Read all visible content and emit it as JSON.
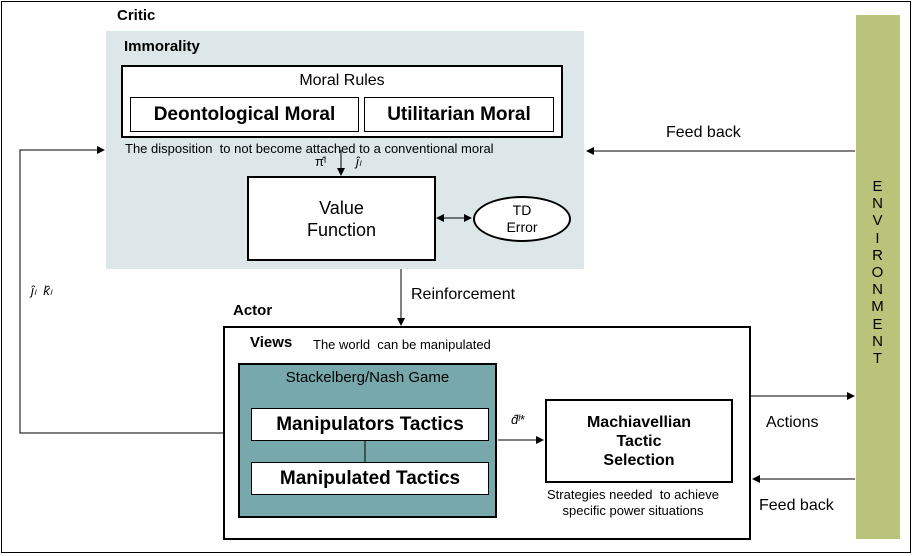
{
  "critic": {
    "title": "Critic",
    "immorality": "Immorality",
    "moral_rules": "Moral Rules",
    "deontological": "Deontological Moral",
    "utilitarian": "Utilitarian Moral",
    "disposition": "The disposition  to not become attached to a conventional moral",
    "pi_label": "π̂ˡ",
    "j_label": "ĵₗ",
    "value_function_line1": "Value",
    "value_function_line2": "Function",
    "td_line1": "TD",
    "td_line2": "Error"
  },
  "feedback_top": "Feed back",
  "reinforcement": "Reinforcement",
  "left_labels": "ĵₗ  k̂ₗ",
  "actor": {
    "title": "Actor",
    "views": "Views",
    "views_note": "The world  can be manipulated",
    "game": "Stackelberg/Nash Game",
    "manipulators": "Manipulators Tactics",
    "manipulated": "Manipulated Tactics",
    "d_label": "d̂ˡ*",
    "selection_line1": "Machiavellian",
    "selection_line2": "Tactic",
    "selection_line3": "Selection",
    "strategies_line1": "Strategies needed  to achieve",
    "strategies_line2": "specific power situations"
  },
  "actions": "Actions",
  "feedback_bottom": "Feed back",
  "environment": [
    "E",
    "N",
    "V",
    "I",
    "R",
    "O",
    "N",
    "M",
    "E",
    "N",
    "T"
  ]
}
